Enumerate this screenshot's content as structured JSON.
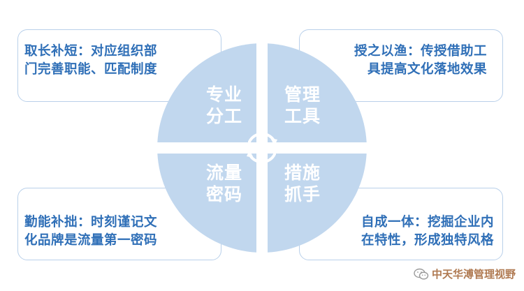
{
  "quadrants": {
    "top_left": {
      "line1": "专业",
      "line2": "分工"
    },
    "top_right": {
      "line1": "管理",
      "line2": "工具"
    },
    "bottom_left": {
      "line1": "流量",
      "line2": "密码"
    },
    "bottom_right": {
      "line1": "措施",
      "line2": "抓手"
    }
  },
  "boxes": {
    "top_left": {
      "line1": "取长补短：对应组织部",
      "line2": "门完善职能、匹配制度"
    },
    "top_right": {
      "line1": "授之以渔：传授借助工",
      "line2": "具提高文化落地效果"
    },
    "bottom_left": {
      "line1": "勤能补拙：时刻谨记文",
      "line2": "化品牌是流量第一密码"
    },
    "bottom_right": {
      "line1": "自成一体：挖掘企业内",
      "line2": "在特性，形成独特风格"
    }
  },
  "watermark": {
    "icon": "wechat-icon",
    "text": "中天华溥管理视野"
  },
  "colors": {
    "circle_fill": "#c1d7ee",
    "box_border": "#b9d0ea",
    "box_text": "#2f6fb7",
    "quadrant_text": "#ffffff"
  }
}
